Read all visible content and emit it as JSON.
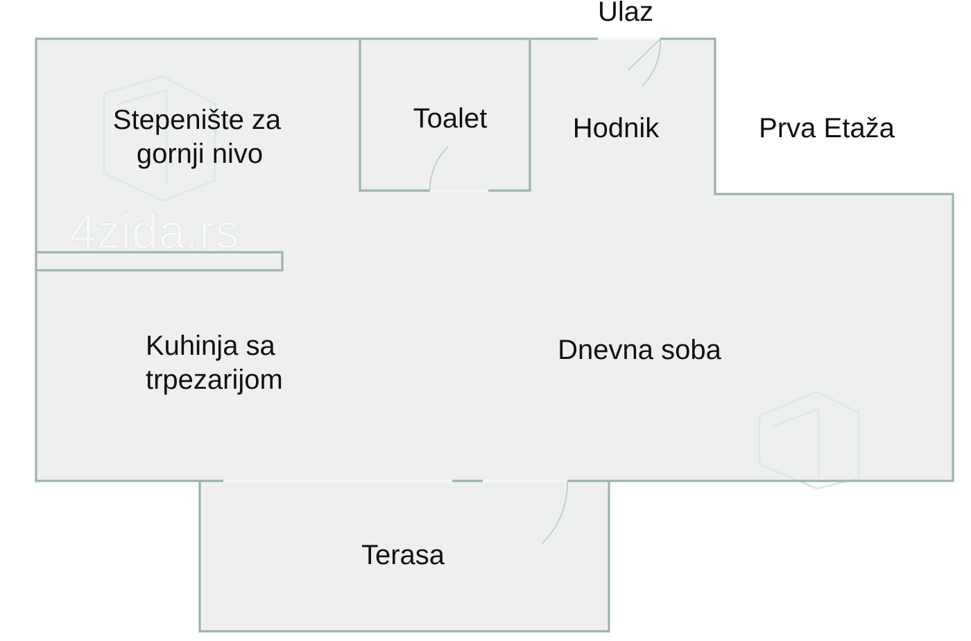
{
  "plan": {
    "title": "Prva Etaža",
    "entrance": "Ulaz",
    "watermark": "4zida.rs",
    "rooms": {
      "stairs": [
        "Stepenište za",
        "gornji nivo"
      ],
      "toilet": "Toalet",
      "hallway": "Hodnik",
      "kitchen": [
        "Kuhinja sa",
        "trpezarijom"
      ],
      "living": "Dnevna soba",
      "terrace": "Terasa"
    }
  }
}
